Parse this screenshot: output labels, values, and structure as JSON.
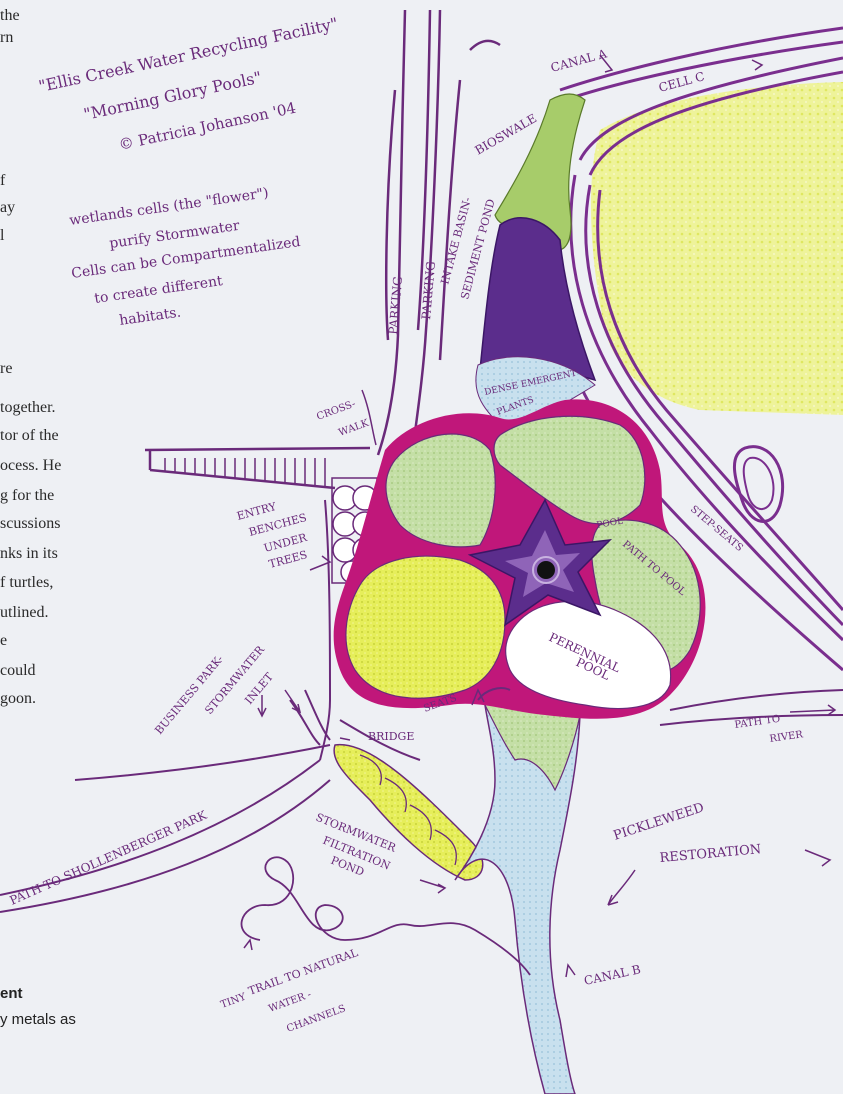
{
  "body_text_fragments": [
    "the",
    "rn",
    "f",
    "ay",
    "l",
    "re",
    "together.",
    "tor of the",
    "ocess. He",
    "g for the",
    "scussions",
    "nks in its",
    "f turtles,",
    "utlined.",
    "e",
    "could",
    "goon."
  ],
  "caption_fragments": [
    "ent",
    "y metals as"
  ],
  "title_notes": {
    "line1": "\"Ellis Creek Water Recycling Facility\"",
    "line2": "\"Morning Glory Pools\"",
    "line3": "© Patricia Johanson '04"
  },
  "notes": {
    "line1": "wetlands cells (the \"flower\")",
    "line2": "purify Stormwater",
    "line3": "Cells can be Compartmentalized",
    "line4": "to create different",
    "line5": "habitats."
  },
  "labels": {
    "canal_a": "CANAL A",
    "cell_c": "CELL C",
    "bioswale": "BIOSWALE",
    "parking_left": "PARKING",
    "parking_right": "PARKING",
    "intake_basin": "INTAKE BASIN-",
    "sediment_pond": "SEDIMENT POND",
    "crosswalk_1": "CROSS-",
    "crosswalk_2": "WALK",
    "dense_emergent": "DENSE EMERGENT",
    "plants": "PLANTS",
    "entry_1": "ENTRY",
    "entry_2": "BENCHES",
    "entry_3": "UNDER",
    "entry_4": "TREES",
    "step_seats": "STEP-SEATS",
    "pool": "POOL",
    "path_to_pool": "PATH TO POOL",
    "perennial_1": "PERENNIAL",
    "perennial_2": "POOL",
    "business_park_1": "BUSINESS PARK-",
    "business_park_2": "STORMWATER",
    "business_park_3": "INLET",
    "seats": "SEATS",
    "bridge": "BRIDGE",
    "path_to_river_1": "PATH TO",
    "path_to_river_2": "RIVER",
    "pickleweed_1": "PICKLEWEED",
    "pickleweed_2": "RESTORATION",
    "shollenberger": "PATH TO SHOLLENBERGER PARK",
    "stormwater_1": "STORMWATER",
    "stormwater_2": "FILTRATION",
    "stormwater_3": "POND",
    "tiny_trail_1": "TINY",
    "tiny_trail_2": "TRAIL TO NATURAL",
    "tiny_trail_3": "WATER -",
    "tiny_trail_4": "CHANNELS",
    "canal_b": "CANAL B"
  },
  "colors": {
    "ink": "#6a2a7a",
    "magenta_border": "#c0177a",
    "purple": "#5b2d8c",
    "lime": "#dfe84a",
    "green": "#a7cc6a",
    "pale_green": "#c4dfa6",
    "blue_wash": "#a9cfe4",
    "paper": "#eef0f4"
  }
}
